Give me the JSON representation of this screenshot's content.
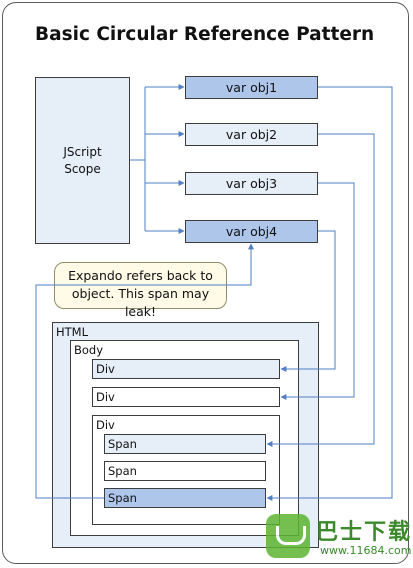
{
  "title": "Basic Circular Reference Pattern",
  "scope": {
    "line1": "JScript",
    "line2": "Scope"
  },
  "vars": [
    "var obj1",
    "var obj2",
    "var obj3",
    "var obj4"
  ],
  "callout": {
    "line1": "Expando refers back to",
    "line2": "object. This span may leak!"
  },
  "dom": {
    "html": "HTML",
    "body": "Body",
    "div1": "Div",
    "div2": "Div",
    "div3": "Div",
    "span1": "Span",
    "span2": "Span",
    "span3": "Span"
  },
  "watermark": {
    "name": "巴士下载",
    "url": "www.11684.com"
  },
  "colors": {
    "arrow": "#4f7fc2",
    "highlight": "#aec6ea",
    "fill_light": "#e6eef8",
    "callout_fill": "#fffbe6"
  }
}
